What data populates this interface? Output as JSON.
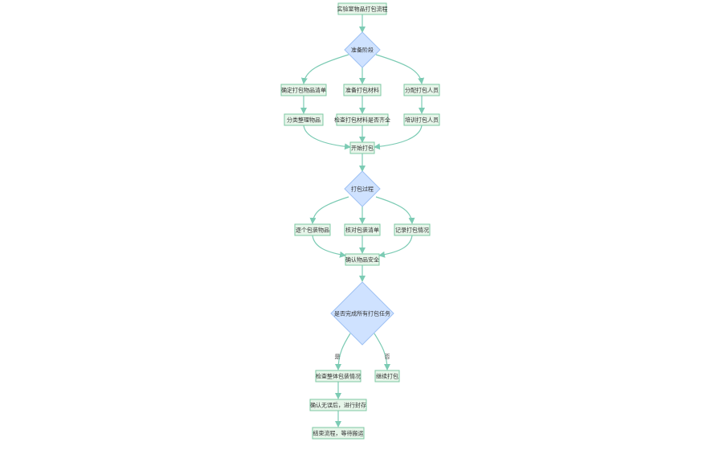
{
  "nodes": {
    "title": "实验室物品打包流程",
    "prep_stage": "准备阶段",
    "confirm_list": "确定打包物品清单",
    "prepare_materials": "准备打包材料",
    "assign_staff": "分配打包人员",
    "sort_items": "分类整理物品",
    "check_materials": "检查打包材料是否齐全",
    "train_staff": "培训打包人员",
    "start_packing": "开始打包",
    "packing_process": "打包过程",
    "pack_each": "逐个包装物品",
    "verify_list": "核对包装清单",
    "record_status": "记录打包情况",
    "confirm_safe": "确认物品安全",
    "all_done": "是否完成所有打包任务",
    "check_overall": "检查整体包装情况",
    "seal": "确认无误后，进行封存",
    "end": "结束流程，等待搬运",
    "continue": "继续打包"
  },
  "edge_labels": {
    "yes": "是",
    "no": "否"
  },
  "colors": {
    "rect_fill": "#e6f5e9",
    "rect_stroke": "#7ec8a3",
    "diamond_fill": "#cfe2ff",
    "diamond_stroke": "#9ec1f4",
    "edge": "#7ccbb4"
  }
}
